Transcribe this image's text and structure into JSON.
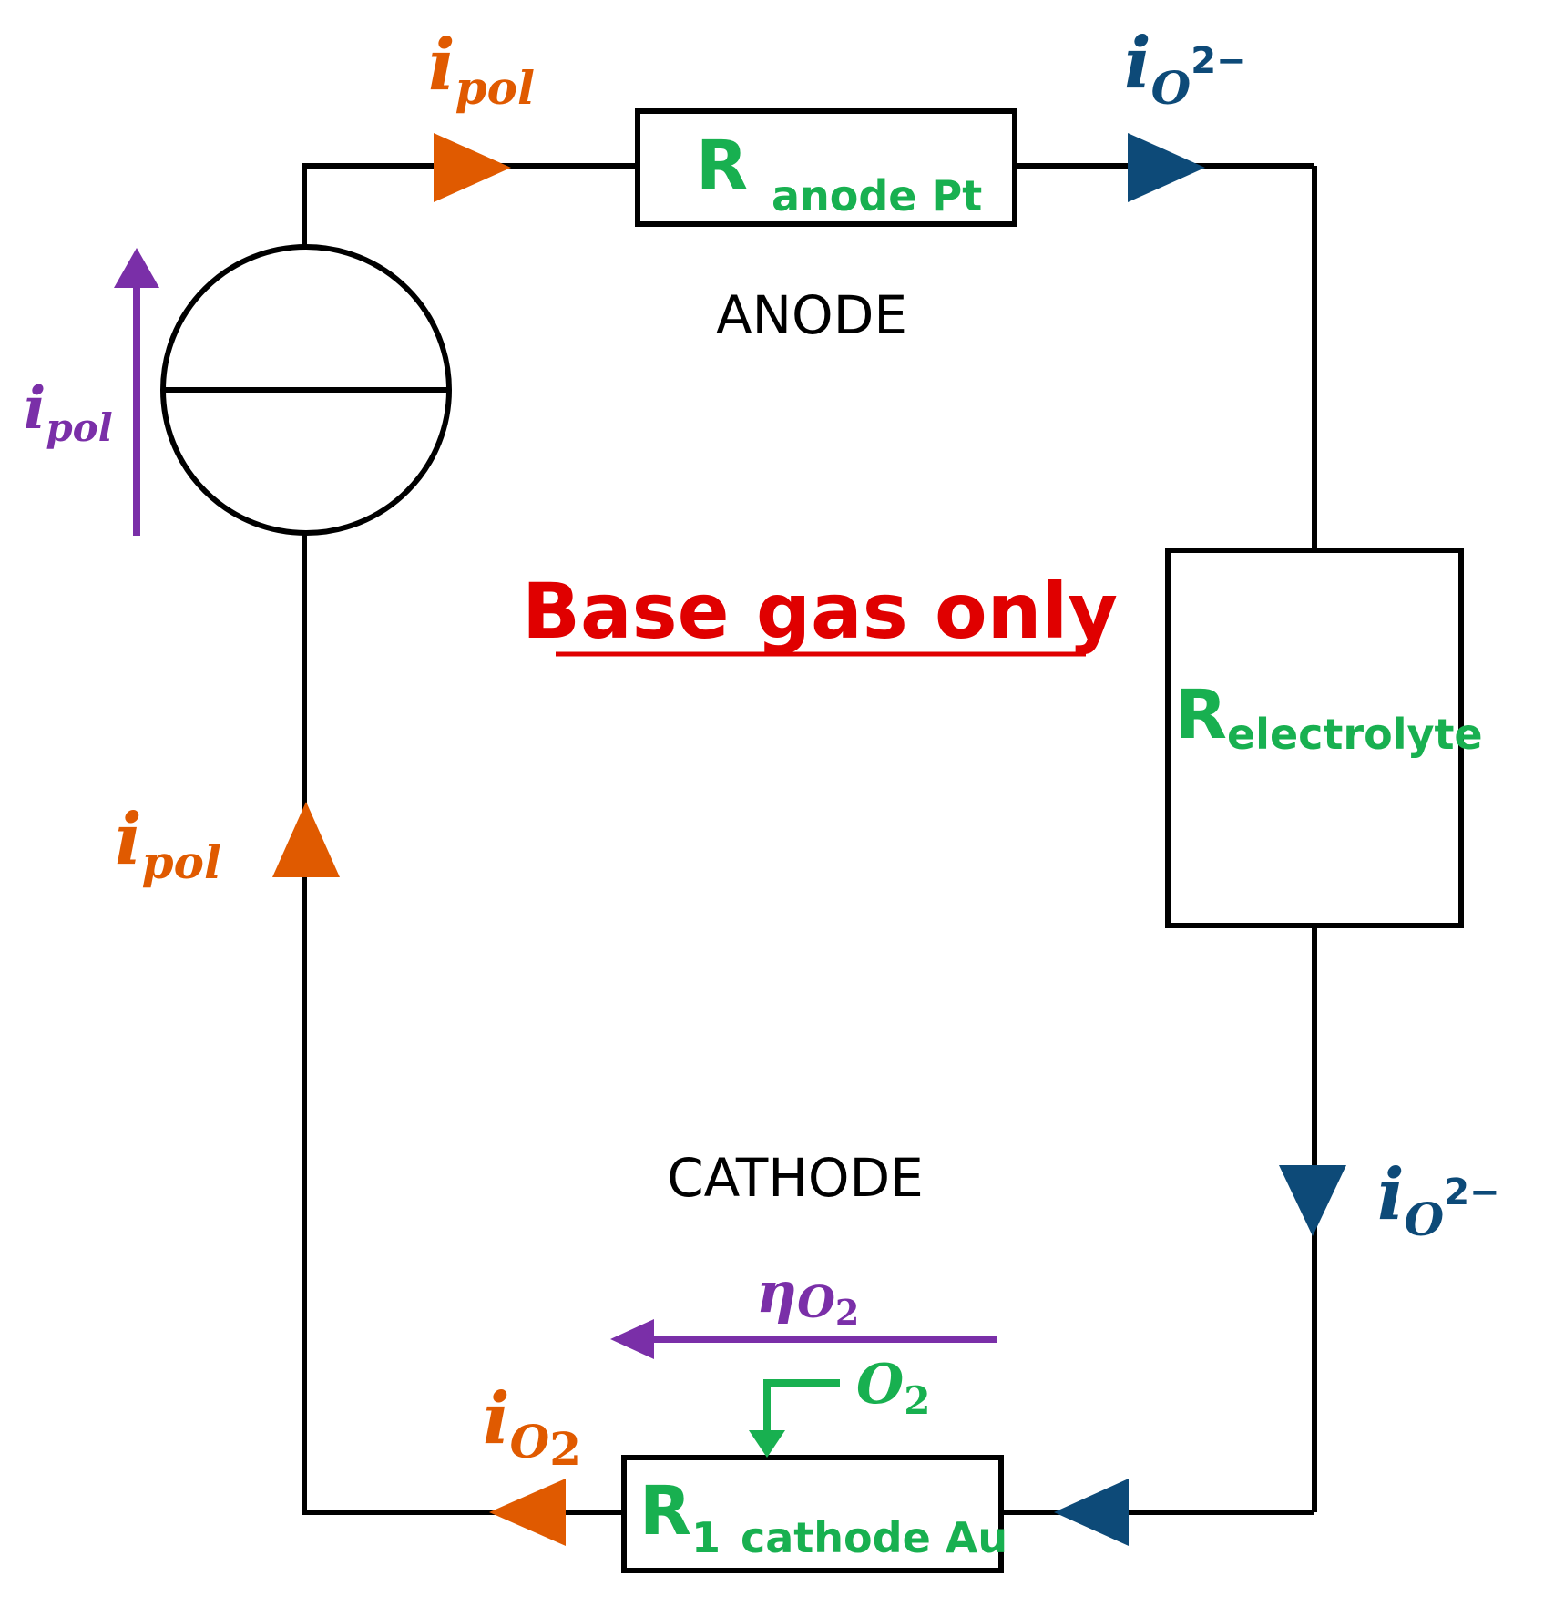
{
  "colors": {
    "wire": "#000000",
    "orange": "#e05a00",
    "navy": "#0d4a78",
    "purple": "#7a2fa8",
    "green": "#18b050",
    "red": "#e00000"
  },
  "title": "Base gas only",
  "regions": {
    "anode": "ANODE",
    "cathode": "CATHODE"
  },
  "resistors": {
    "anode": {
      "main": "R",
      "sub": "anode Pt"
    },
    "electrolyte": {
      "main": "R",
      "sub": "electrolyte"
    },
    "cathode": {
      "main": "R",
      "sub_number": "1",
      "sub": "cathode Au"
    }
  },
  "currents": {
    "pol_symbol": "i",
    "pol_sub": "pol",
    "oxide_symbol": "i",
    "oxide_sub": "O",
    "oxide_sup": "2−",
    "o2_symbol": "i",
    "o2_sub": "O",
    "o2_sub_num": "2"
  },
  "overpotential": {
    "symbol": "η",
    "sub": "O",
    "sub_num": "2"
  },
  "gas": {
    "symbol": "O",
    "sub_num": "2"
  },
  "icons": {
    "source": "current-source-icon",
    "arrow_orange": "triangle-arrow-orange",
    "arrow_navy": "triangle-arrow-navy"
  }
}
